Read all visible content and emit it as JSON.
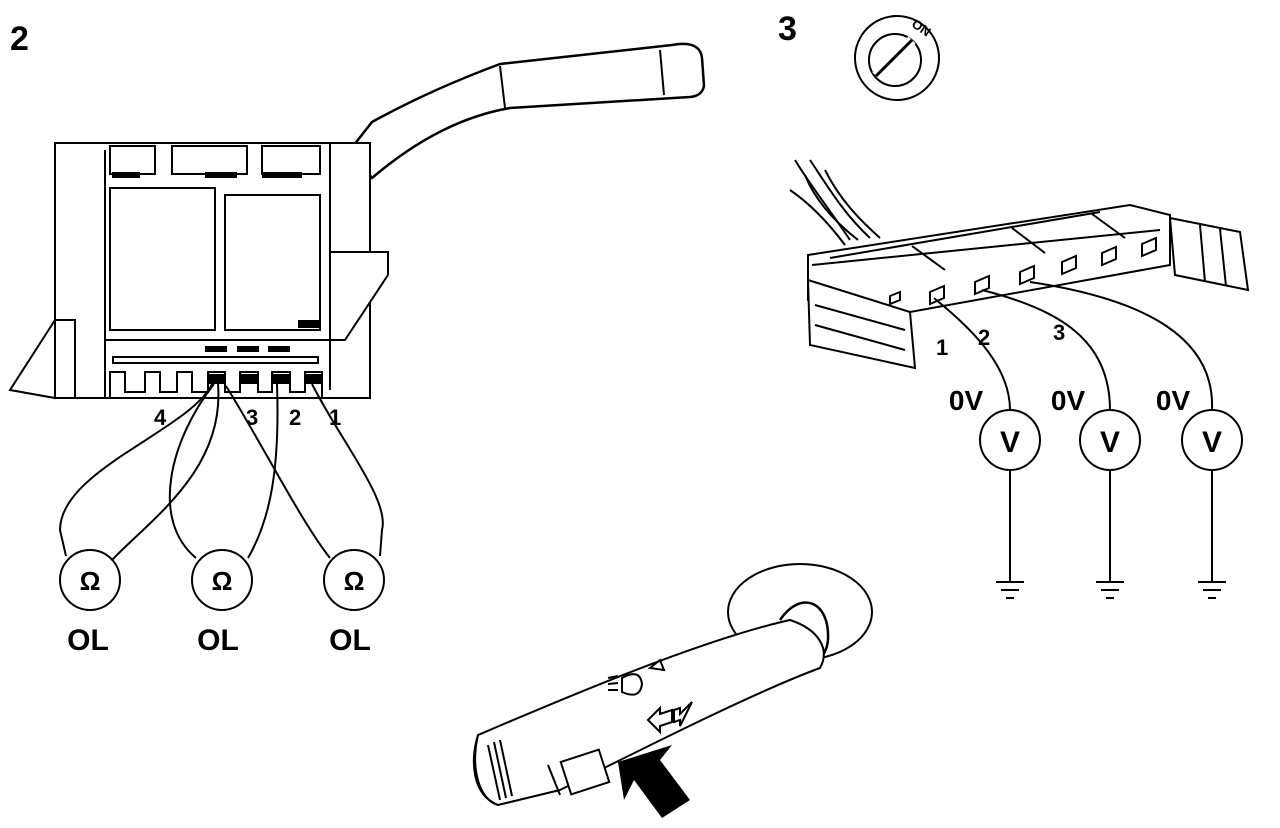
{
  "panel2": {
    "step_number": "2",
    "terminal_labels": [
      "4",
      "3",
      "2",
      "1"
    ],
    "meters": [
      {
        "symbol": "Ω",
        "reading": "OL"
      },
      {
        "symbol": "Ω",
        "reading": "OL"
      },
      {
        "symbol": "Ω",
        "reading": "OL"
      }
    ]
  },
  "panel3": {
    "step_number": "3",
    "ignition_label": "ON",
    "terminal_labels": [
      "1",
      "2",
      "3"
    ],
    "meters": [
      {
        "symbol": "V",
        "reading": "0V"
      },
      {
        "symbol": "V",
        "reading": "0V"
      },
      {
        "symbol": "V",
        "reading": "0V"
      }
    ]
  },
  "stalk": {
    "icons": [
      "headlight-icon",
      "turn-signal-arrows-icon",
      "push-arrow-icon"
    ]
  }
}
